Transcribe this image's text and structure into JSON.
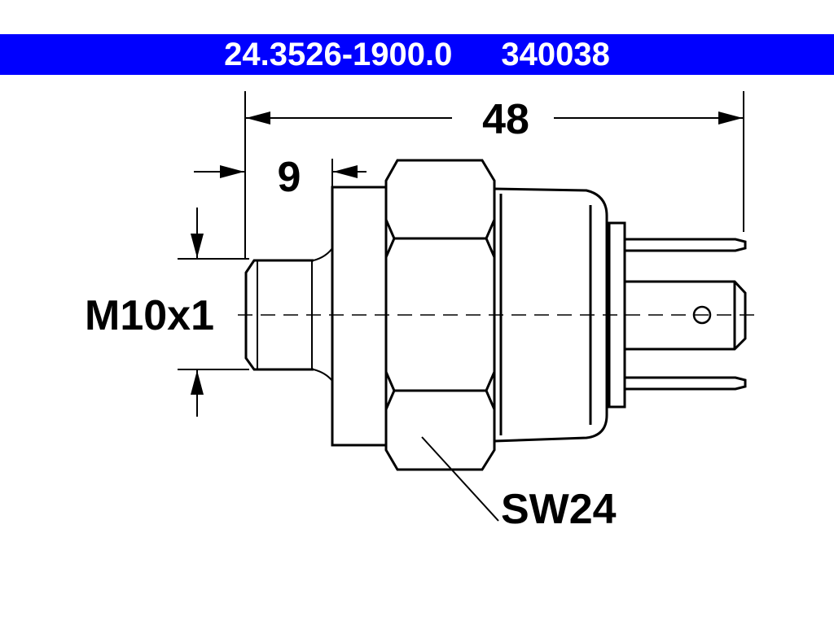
{
  "header": {
    "part_number": "24.3526-1900.0",
    "ref_number": "340038",
    "color": "#0000ff"
  },
  "dimensions": {
    "overall_length": "48",
    "thread_length": "9",
    "thread": "M10x1",
    "wrench_size": "SW24"
  }
}
